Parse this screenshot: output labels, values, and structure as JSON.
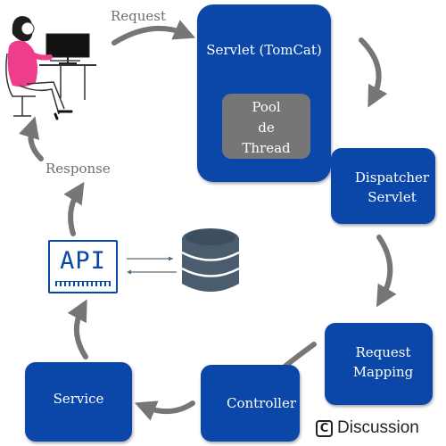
{
  "diagram": {
    "request_label": "Request",
    "response_label": "Response",
    "servlet_label": "Servlet (TomCat)",
    "pool_lines": [
      "Pool",
      "de",
      "Thread"
    ],
    "dispatcher_lines": [
      "Dispatcher",
      "Servlet"
    ],
    "mapping_lines": [
      "Request",
      "Mapping"
    ],
    "controller_label": "Controller",
    "service_label": "Service",
    "api_label": "API"
  },
  "watermark": {
    "icon_glyph": "C",
    "text": "Discussion"
  },
  "colors": {
    "box_blue": "#0a47a9",
    "pool_gray": "#767676",
    "arrow_gray": "#767676",
    "db_slate": "#4a5d6e",
    "db_dark": "#2e3c48",
    "person_pink": "#ef3d8b"
  }
}
